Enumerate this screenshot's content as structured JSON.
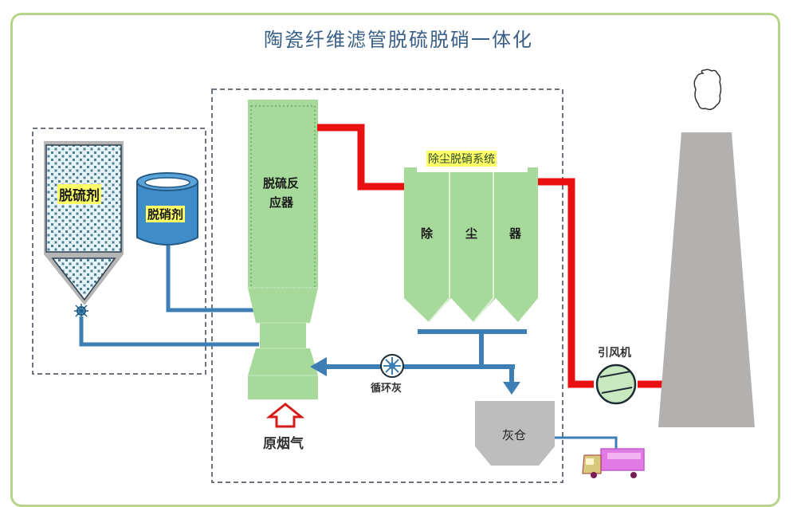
{
  "title": "陶瓷纤维滤管脱硫脱硝一体化",
  "colors": {
    "frame": "#b6d48a",
    "equipment_green": "#a6d99a",
    "flue_gas_red": "#e81010",
    "pipe_blue": "#3d7fb5",
    "stack_gray": "#b3b0b0",
    "label_highlight": "#ffff66"
  },
  "components": {
    "desulfurizer_silo": {
      "label": "脱硫剂"
    },
    "denitrator_tank": {
      "label": "脱硝剂"
    },
    "reactor": {
      "label_line1": "脱硫反",
      "label_line2": "应器"
    },
    "dust_system": {
      "title": "除尘脱硝系统",
      "chambers": [
        "除",
        "尘",
        "器"
      ]
    },
    "recycle": {
      "label": "循环灰"
    },
    "raw_gas": {
      "label": "原烟气"
    },
    "ash_bin": {
      "label": "灰仓"
    },
    "fan": {
      "label": "引风机"
    }
  }
}
